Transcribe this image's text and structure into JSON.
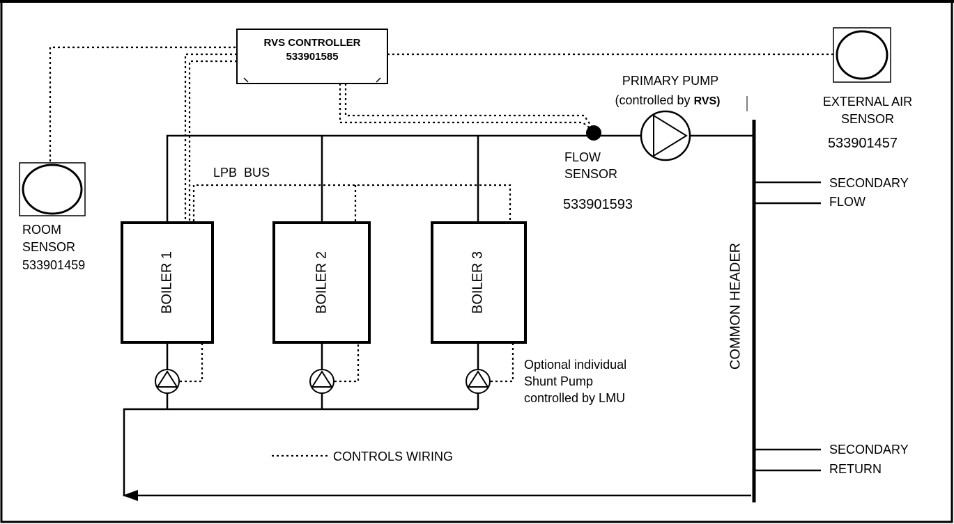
{
  "controller": {
    "title": "RVS CONTROLLER",
    "code": "533901585"
  },
  "primary_pump": {
    "line1": "PRIMARY PUMP",
    "line2_prefix": "(controlled by ",
    "line2_bold": "RVS)"
  },
  "external_sensor": {
    "line1": "EXTERNAL AIR",
    "line2": "SENSOR",
    "code": "533901457"
  },
  "flow_sensor": {
    "line1": "FLOW",
    "line2": "SENSOR",
    "code": "533901593"
  },
  "room_sensor": {
    "line1": "ROOM",
    "line2": "SENSOR",
    "code": "533901459"
  },
  "lpb_bus": "LPB  BUS",
  "boilers": [
    "BOILER 1",
    "BOILER 2",
    "BOILER 3"
  ],
  "common_header": "COMMON HEADER",
  "secondary_flow": {
    "line1": "SECONDARY",
    "line2": "FLOW"
  },
  "secondary_return": {
    "line1": "SECONDARY",
    "line2": "RETURN"
  },
  "shunt_note": [
    "Optional individual",
    "Shunt Pump",
    "controlled by LMU"
  ],
  "legend": {
    "label": "CONTROLS WIRING"
  }
}
